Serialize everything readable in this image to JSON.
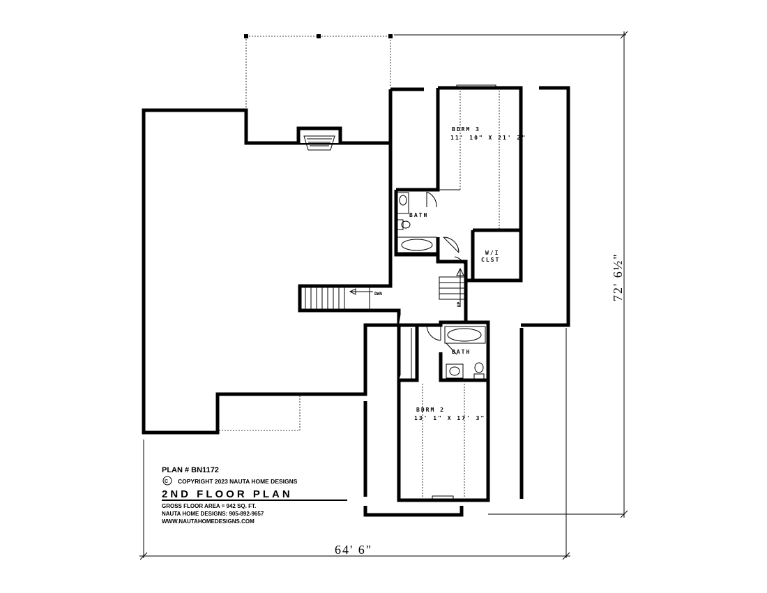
{
  "rooms": {
    "bdrm3": {
      "name": "BDRM 3",
      "size": "11' 10\" X 21' 2\""
    },
    "bdrm2": {
      "name": "BDRM 2",
      "size": "13' 1\" X 17' 3\""
    },
    "bath_upper": "BATH",
    "bath_lower": "BATH",
    "wic_line1": "W/I",
    "wic_line2": "CLST",
    "stair_down": "DWN",
    "stair_up": "UP"
  },
  "info": {
    "plan_number": "PLAN # BN1172",
    "copyright_symbol": "C",
    "copyright": "COPYRIGHT 2023 NAUTA HOME DESIGNS",
    "title": "2ND FLOOR PLAN",
    "gross_area": "GROSS FLOOR AREA  =  942  SQ. FT.",
    "phone": "NAUTA HOME DESIGNS:  905-892-9657",
    "website": "WWW.NAUTAHOMEDESIGNS.COM"
  },
  "dimensions": {
    "width": "64' 6\"",
    "depth": "72' 6½\""
  }
}
